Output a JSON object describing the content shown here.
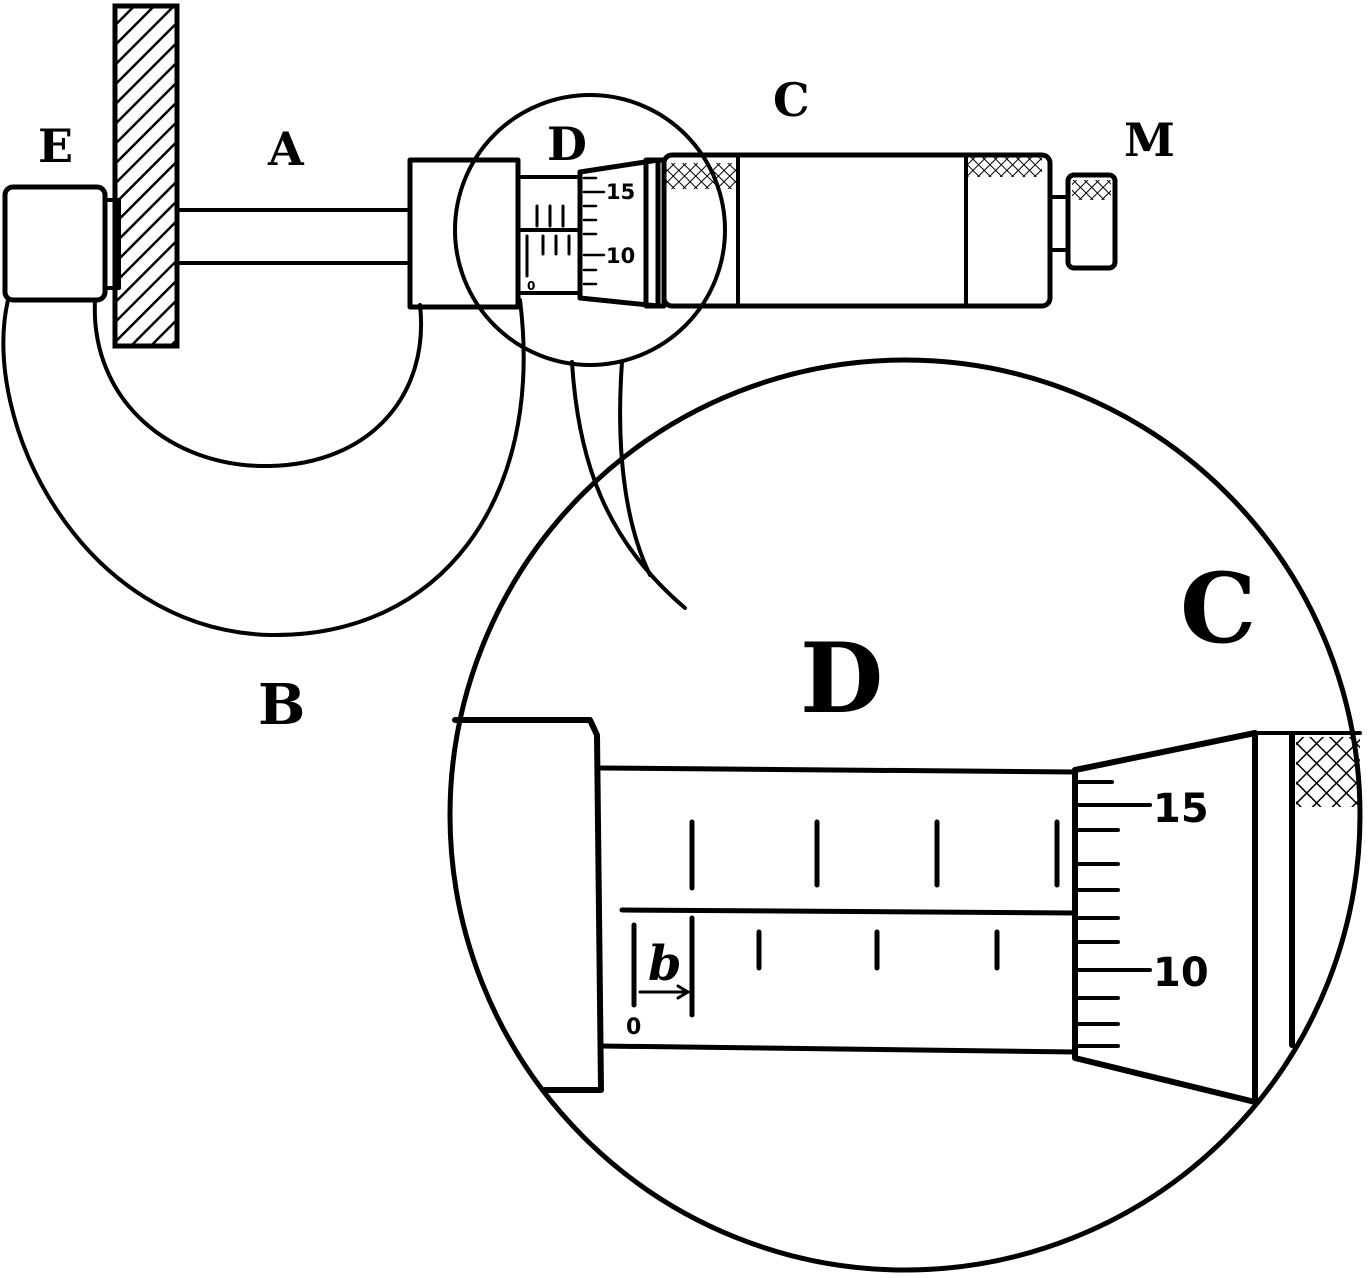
{
  "labels": {
    "E": "E",
    "A": "A",
    "D_small": "D",
    "C_small": "C",
    "M": "M",
    "B": "B",
    "D_large": "D",
    "C_large": "C",
    "b_large": "b"
  },
  "scale": {
    "small_15": "15",
    "small_10": "10",
    "small_0": "0",
    "large_15": "15",
    "large_10": "10",
    "large_0": "0"
  },
  "colors": {
    "ink": "#000000",
    "paper": "#ffffff"
  }
}
